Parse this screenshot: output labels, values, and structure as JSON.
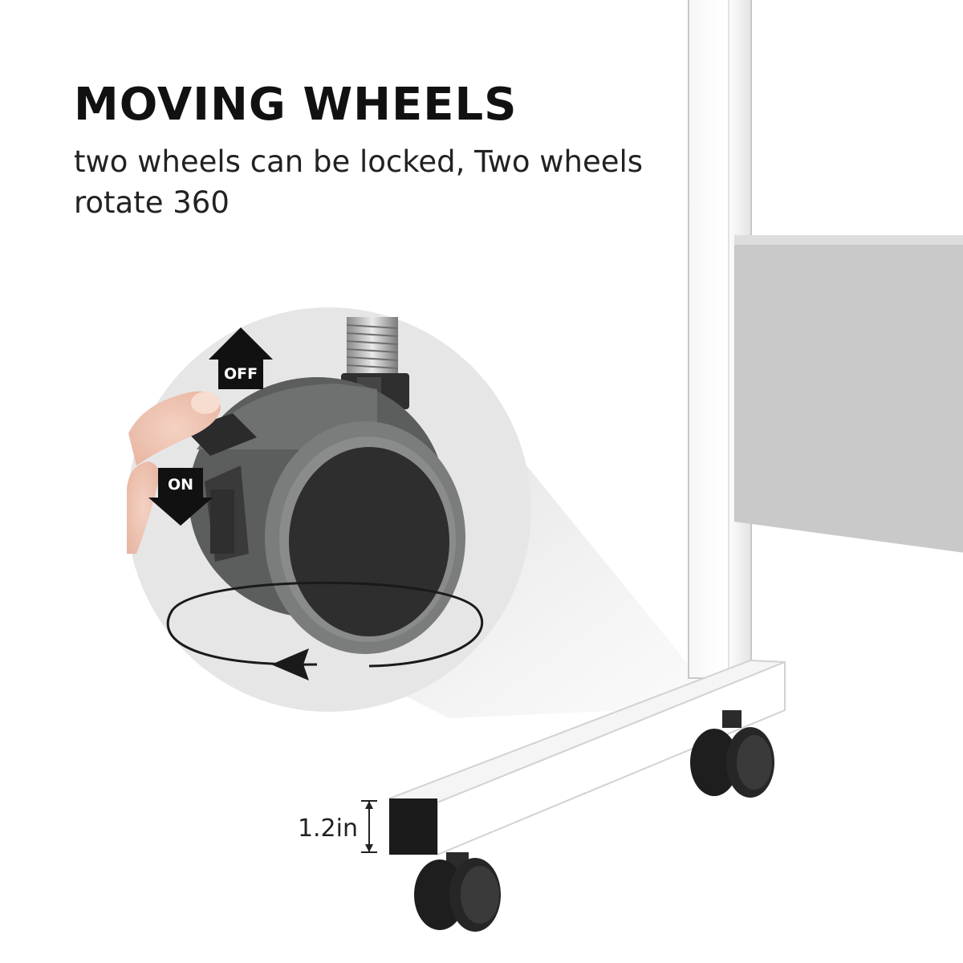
{
  "heading": {
    "title": "MOVING WHEELS",
    "subtitle": "two wheels can be locked, Two wheels rotate 360"
  },
  "lock_labels": {
    "off": "OFF",
    "on": "ON"
  },
  "dimension": {
    "label": "1.2in"
  },
  "icons": {
    "up_arrow": "arrow-up-icon",
    "down_arrow": "arrow-down-icon",
    "rotation": "rotation-arrow-icon"
  },
  "colors": {
    "background": "#ffffff",
    "text": "#111111",
    "frame": "#f2f2f2",
    "panel": "#c9c9c9",
    "wheel_gray": "#7b7d7c",
    "wheel_dark": "#2e2e2e",
    "zoom_circle": "#e6e6e6"
  }
}
